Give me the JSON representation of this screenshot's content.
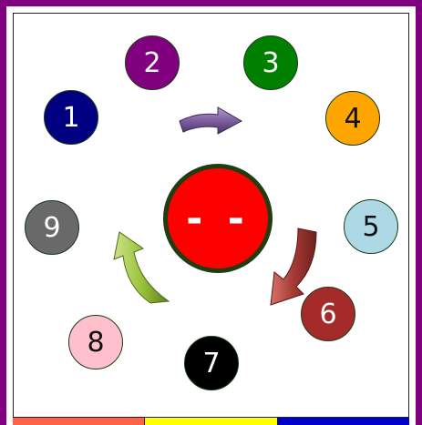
{
  "center": {
    "label": "- -",
    "color": "#ff0000"
  },
  "circles": [
    {
      "label": "1",
      "color": "#000080",
      "text_color": "light"
    },
    {
      "label": "2",
      "color": "#800080",
      "text_color": "light"
    },
    {
      "label": "3",
      "color": "#008000",
      "text_color": "light"
    },
    {
      "label": "4",
      "color": "#ffa500",
      "text_color": "dark"
    },
    {
      "label": "5",
      "color": "#add8e6",
      "text_color": "dark"
    },
    {
      "label": "6",
      "color": "#a52a2a",
      "text_color": "light"
    },
    {
      "label": "7",
      "color": "#000000",
      "text_color": "light"
    },
    {
      "label": "8",
      "color": "#ffc0cb",
      "text_color": "dark"
    },
    {
      "label": "9",
      "color": "#696969",
      "text_color": "light"
    }
  ],
  "arrows": [
    {
      "icon": "purple-right-arrow-icon",
      "color": "#7d5fa0"
    },
    {
      "icon": "red-curved-down-arrow-icon",
      "color": "#a53a35"
    },
    {
      "icon": "green-curved-up-arrow-icon",
      "color": "#9ac43a"
    }
  ],
  "bottom_bar_colors": [
    "#ff6347",
    "#ffff00",
    "#0000cd"
  ],
  "frame_color": "#800080"
}
